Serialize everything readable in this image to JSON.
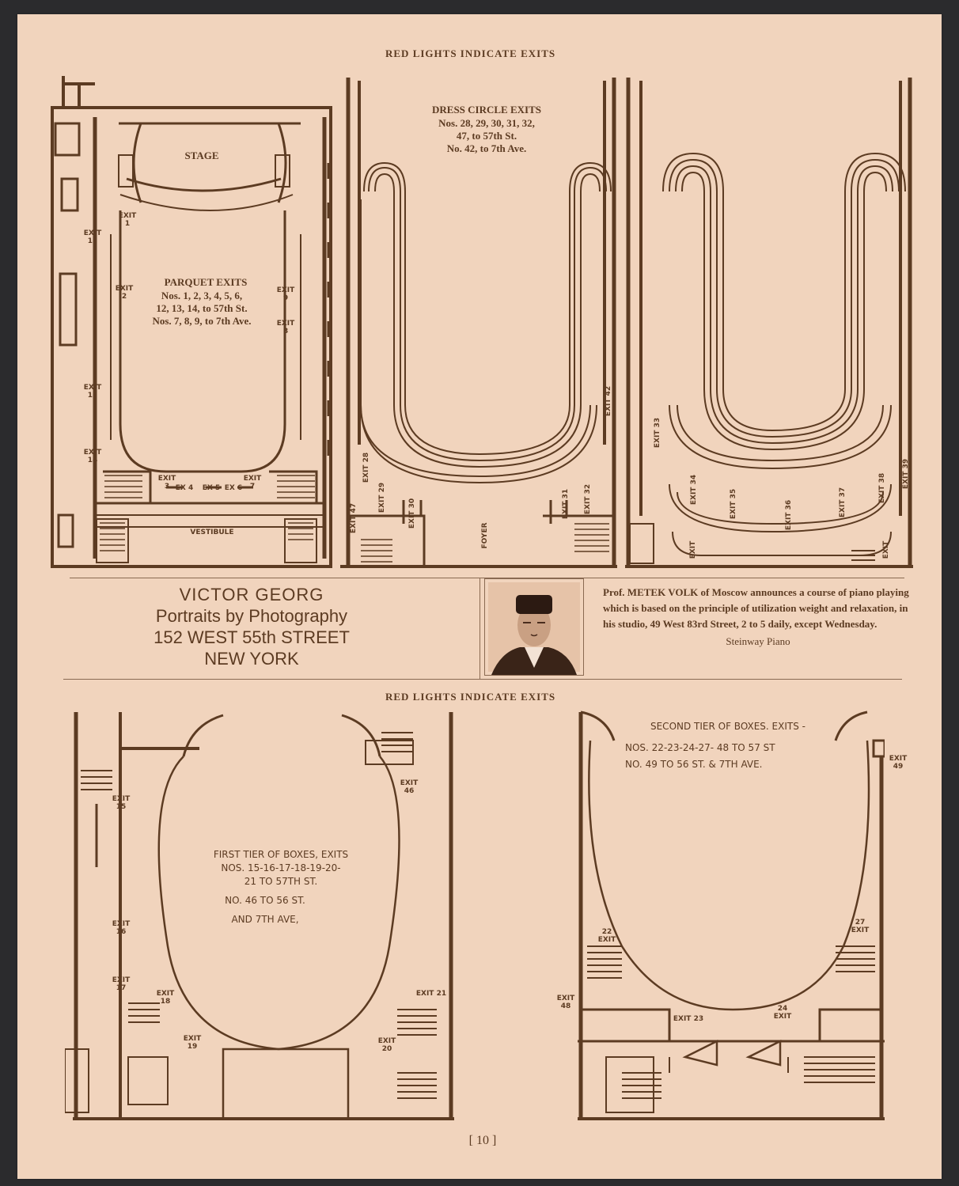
{
  "top_caption": "RED LIGHTS INDICATE EXITS",
  "bottom_caption": "RED LIGHTS INDICATE EXITS",
  "parquet": {
    "stage": "STAGE",
    "vestibule": "VESTIBULE",
    "title": "PARQUET EXITS",
    "line1": "Nos. 1, 2, 3, 4, 5, 6,",
    "line2": "12, 13, 14, to 57th St.",
    "line3": "Nos. 7, 8, 9, to 7th Ave.",
    "exits": [
      "EXIT 1",
      "EXIT 2",
      "EXIT 3",
      "EX 4",
      "EX 5",
      "EX 6",
      "EXIT 7",
      "EXIT 8",
      "EXIT 9",
      "EXIT 12",
      "EXIT 13",
      "EXIT 14"
    ]
  },
  "dress_circle": {
    "title": "DRESS CIRCLE EXITS",
    "line1": "Nos. 28, 29, 30, 31, 32,",
    "line2": "47, to 57th St.",
    "line3": "No. 42, to 7th Ave.",
    "foyer": "FOYER",
    "exits": [
      "EXIT 28",
      "EXIT 47",
      "EXIT 29",
      "EXIT 30",
      "EXIT 31",
      "EXIT 32",
      "EXIT 42"
    ]
  },
  "balcony": {
    "exits": [
      "EXIT 33",
      "EXIT 34",
      "EXIT 35",
      "EXIT 36",
      "EXIT 37",
      "EXIT 38",
      "EXIT 39",
      "EXIT",
      "EXIT"
    ]
  },
  "ad_left": {
    "name": "VICTOR GEORG",
    "line1": "Portraits by Photography",
    "line2": "152 WEST 55th STREET",
    "line3": "NEW YORK"
  },
  "ad_right": {
    "text": "Prof. METEK VOLK of Moscow announces a course of piano playing which is based on the principle of utilization weight and relaxation, in his studio, 49 West 83rd Street, 2 to 5 daily, except Wednesday.",
    "signature": "Steinway Piano"
  },
  "first_tier": {
    "line1": "FIRST TIER OF BOXES, EXITS",
    "line2": "NOS. 15-16-17-18-19-20-",
    "line3": "21 TO 57TH ST.",
    "line4": "NO. 46 TO 56 ST.",
    "line5": "AND 7TH AVE,",
    "exits": [
      "EXIT 15",
      "EXIT 16",
      "EXIT 17",
      "EXIT 18",
      "EXIT 19",
      "EXIT 20",
      "EXIT 21",
      "EXIT 46"
    ]
  },
  "second_tier": {
    "line1": "SECOND TIER OF BOXES. EXITS -",
    "line2": "NOS. 22-23-24-27- 48 TO 57 ST",
    "line3": "NO. 49 TO 56 ST. & 7TH AVE.",
    "exits": [
      "22 EXIT",
      "27 EXIT",
      "EXIT 48",
      "EXIT 49",
      "EXIT 23",
      "24 EXIT"
    ]
  },
  "page_number": "[ 10 ]",
  "colors": {
    "paper": "#f1d4bd",
    "ink": "#5c3b22",
    "background": "#2b2b2d"
  }
}
